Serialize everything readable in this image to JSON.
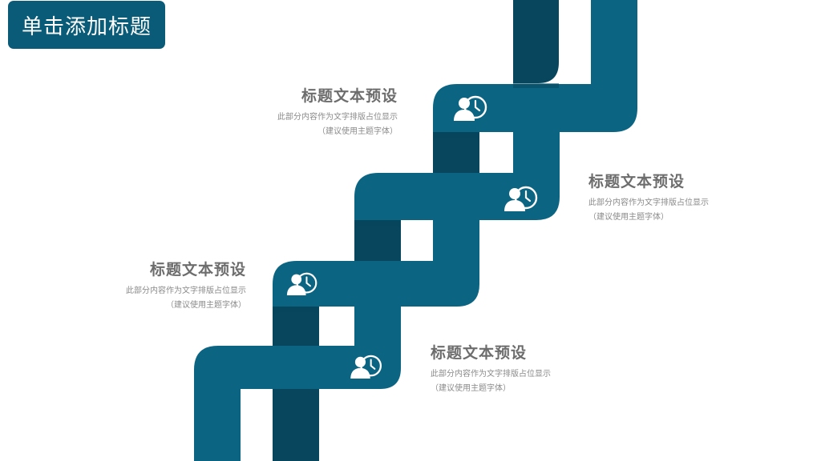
{
  "page": {
    "title": "单击添加标题"
  },
  "colors": {
    "ribbon_dark": "#07465d",
    "ribbon_light": "#0a6482",
    "title_bg": "#0a5b78"
  },
  "steps": [
    {
      "heading": "标题文本预设",
      "line1": "此部分内容作为文字排版占位显示",
      "line2": "（建议使用主题字体）",
      "icon": "user-clock-icon"
    },
    {
      "heading": "标题文本预设",
      "line1": "此部分内容作为文字排版占位显示",
      "line2": "（建议使用主题字体）",
      "icon": "user-clock-icon"
    },
    {
      "heading": "标题文本预设",
      "line1": "此部分内容作为文字排版占位显示",
      "line2": "（建议使用主题字体）",
      "icon": "user-clock-icon"
    },
    {
      "heading": "标题文本预设",
      "line1": "此部分内容作为文字排版占位显示",
      "line2": "（建议使用主题字体）",
      "icon": "user-clock-icon"
    }
  ]
}
